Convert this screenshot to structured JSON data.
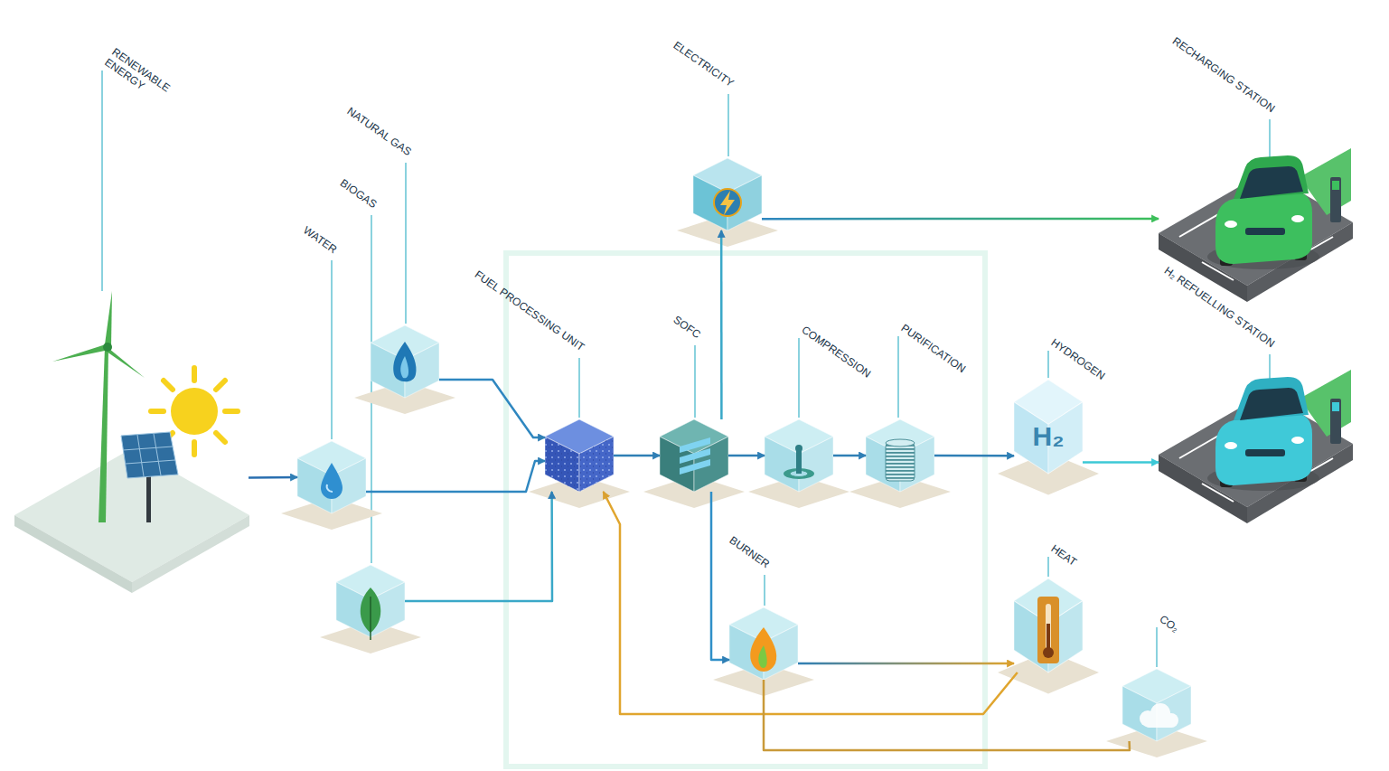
{
  "diagram": {
    "nodes": [
      {
        "text": [
          "RENEWABLE ENERGY"
        ]
      },
      {
        "text": [
          "NATURAL GAS"
        ]
      },
      {
        "text": [
          "BIOGAS"
        ]
      },
      {
        "text": [
          "WATER"
        ]
      },
      {
        "text": [
          "FUEL PROCESSING UNIT"
        ]
      },
      {
        "text": [
          "ELECTRICITY"
        ]
      },
      {
        "text": [
          "SOFC"
        ]
      },
      {
        "text": [
          "COMPRESSION"
        ]
      },
      {
        "text": [
          "PURIFICATION"
        ]
      },
      {
        "text": [
          "HYDROGEN",
          "H₂"
        ]
      },
      {
        "text": [
          "BURNER"
        ]
      },
      {
        "text": [
          "HEAT"
        ]
      },
      {
        "text": [
          "CO₂"
        ]
      },
      {
        "text": [
          "RECHARGING STATION"
        ]
      },
      {
        "text": [
          "H₂ REFUELLING STATION"
        ]
      }
    ],
    "edges": [
      {
        "from": 0,
        "to": 3,
        "arrow": "to"
      },
      {
        "from": 1,
        "to": 4,
        "arrow": "to"
      },
      {
        "from": 3,
        "to": 4,
        "arrow": "to"
      },
      {
        "from": 2,
        "to": 4,
        "arrow": "to"
      },
      {
        "from": 4,
        "to": 6,
        "arrow": "to"
      },
      {
        "from": 6,
        "to": 5,
        "arrow": "to"
      },
      {
        "from": 5,
        "to": 13,
        "arrow": "to"
      },
      {
        "from": 6,
        "to": 7,
        "arrow": "to"
      },
      {
        "from": 7,
        "to": 8,
        "arrow": "to"
      },
      {
        "from": 8,
        "to": 9,
        "arrow": "to"
      },
      {
        "from": 9,
        "to": 14,
        "arrow": "to"
      },
      {
        "from": 6,
        "to": 10,
        "arrow": "to"
      },
      {
        "from": 10,
        "to": 11,
        "arrow": "to"
      },
      {
        "from": 11,
        "to": 4,
        "arrow": "to"
      },
      {
        "from": 10,
        "to": 12,
        "arrow": "none"
      }
    ]
  }
}
